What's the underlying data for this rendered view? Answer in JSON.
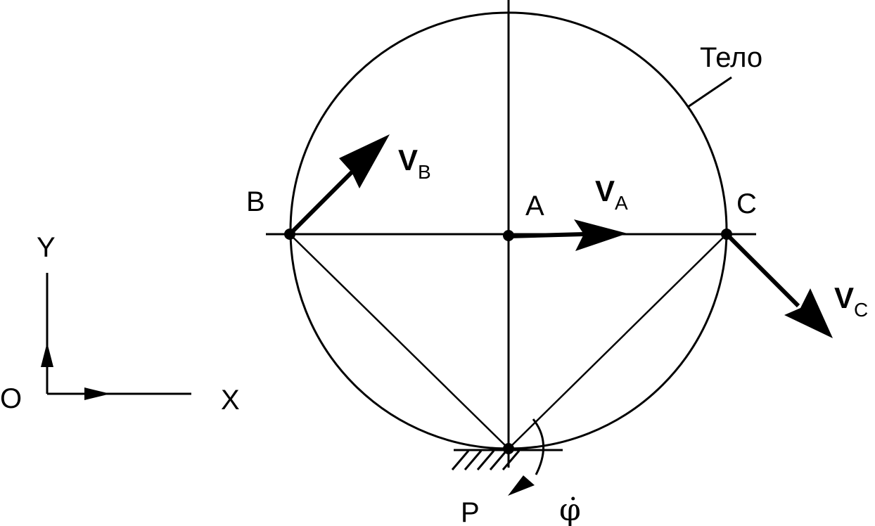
{
  "labels": {
    "body": "Тело",
    "point_a": "A",
    "point_b": "B",
    "point_c": "C",
    "point_p": "P",
    "axis_origin": "O",
    "axis_x": "X",
    "axis_y": "Y",
    "angular_velocity": "φ̇"
  },
  "vectors": {
    "va": {
      "main": "V",
      "sub": "A"
    },
    "vb": {
      "main": "V",
      "sub": "B"
    },
    "vc": {
      "main": "V",
      "sub": "C"
    }
  }
}
